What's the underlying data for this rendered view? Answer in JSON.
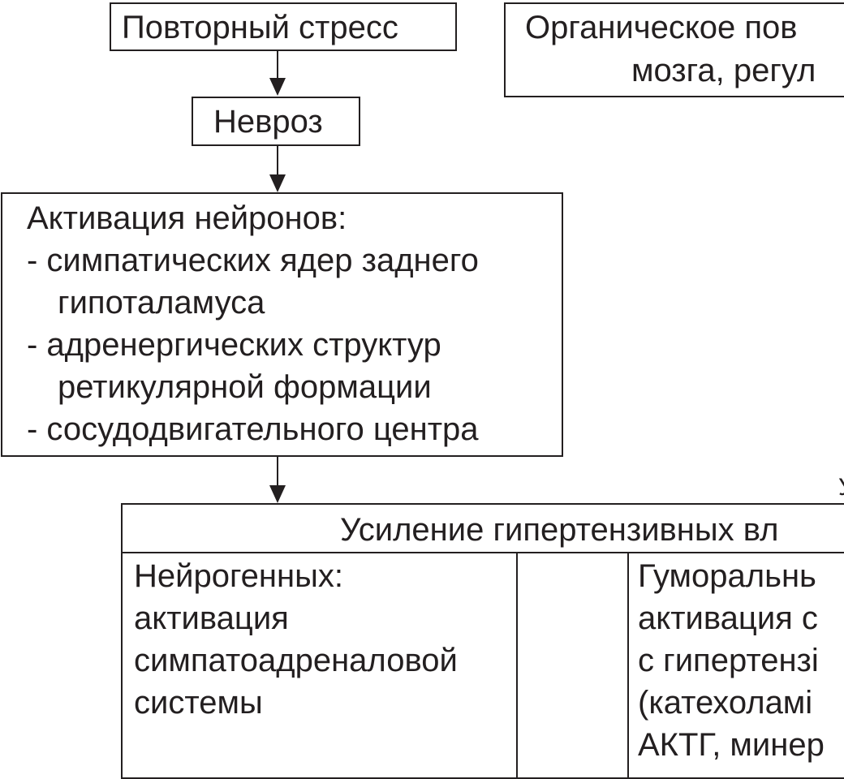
{
  "boxes": {
    "repeated_stress": "Повторный стресс",
    "organic_damage": {
      "line1": "Органическое пов",
      "line2": "мозга, регул"
    },
    "neurosis": "Невроз",
    "activation": {
      "title": "Активация нейронов:",
      "lines": [
        "- симпатических ядер заднего",
        "гипоталамуса",
        "- адренергических структур",
        "ретикулярной формации",
        "- сосудодвигательного центра"
      ]
    },
    "hypertensive": {
      "header": "Усиление гипертензивных вл",
      "neurogenic_lines": [
        "Нейрогенных:",
        "активация",
        "симпатоадреналовой",
        "системы"
      ],
      "humoral_lines": [
        "Гуморальнь",
        "активация с",
        "с гипертензі",
        "(катехоламі",
        "АКТГ, минер"
      ]
    },
    "offscreen_label": "У"
  }
}
